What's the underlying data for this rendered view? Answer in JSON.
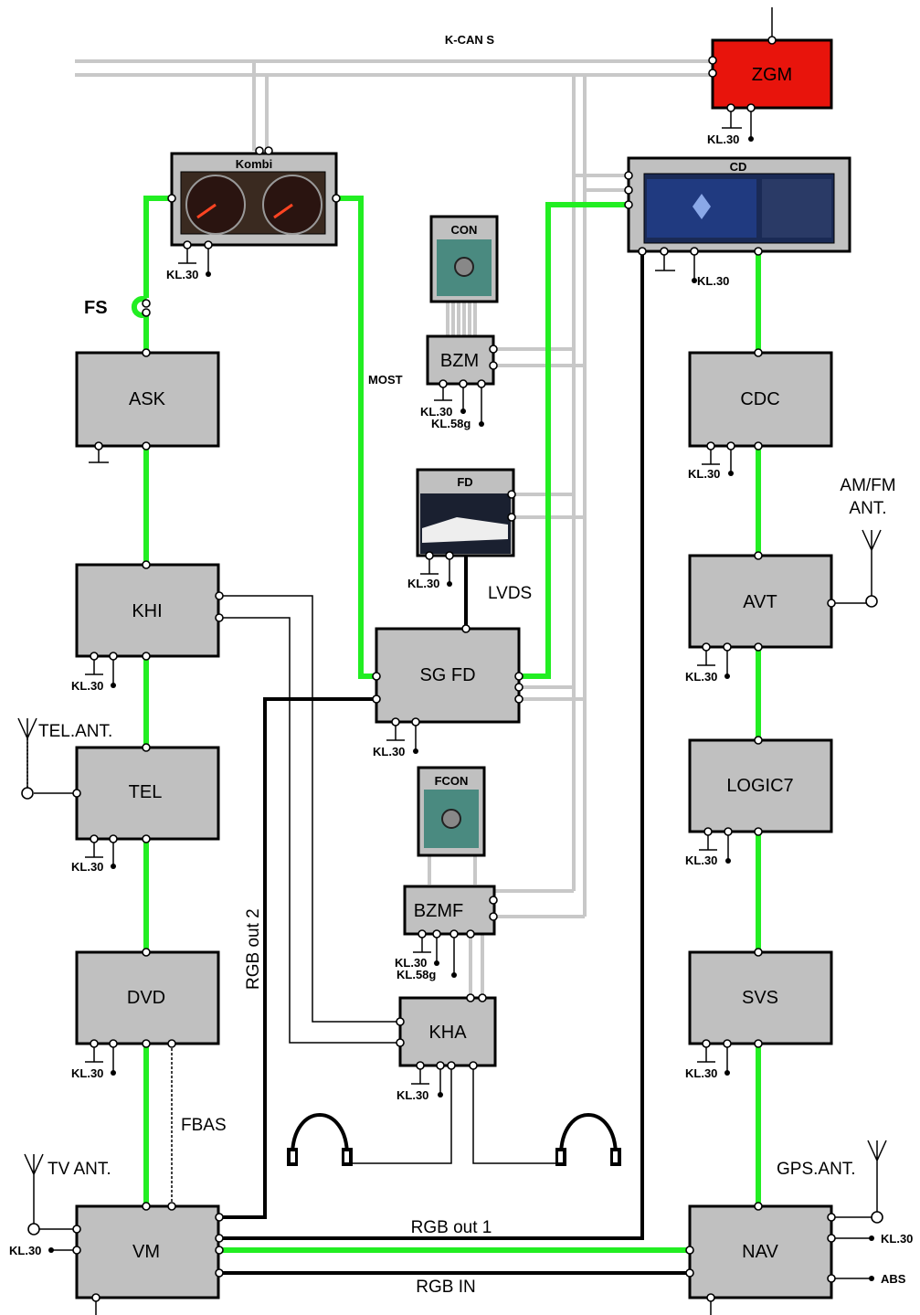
{
  "labels": {
    "kcan": "K-CAN S",
    "most": "MOST",
    "lvds": "LVDS",
    "fs": "FS",
    "fbas": "FBAS",
    "rgb_out_1": "RGB out 1",
    "rgb_out_2": "RGB out 2",
    "rgb_in": "RGB IN",
    "tel_ant": "TEL.ANT.",
    "tv_ant": "TV ANT.",
    "amfm_ant_1": "AM/FM",
    "amfm_ant_2": "ANT.",
    "gps_ant": "GPS.ANT.",
    "kl30": "KL.30",
    "kl58g": "KL.58g",
    "abs": "ABS"
  },
  "modules": {
    "zgm": "ZGM",
    "kombi": "Kombi",
    "cd": "CD",
    "con": "CON",
    "bzm": "BZM",
    "fd": "FD",
    "sgfd": "SG FD",
    "fcon": "FCON",
    "bzmf": "BZMF",
    "kha": "KHA",
    "ask": "ASK",
    "khi": "KHI",
    "tel": "TEL",
    "dvd": "DVD",
    "vm": "VM",
    "cdc": "CDC",
    "avt": "AVT",
    "logic7": "LOGIC7",
    "svs": "SVS",
    "nav": "NAV"
  },
  "colors": {
    "most_bus": "#22ee22",
    "kcan_bus": "#c8c8c8",
    "zgm_fill": "#e8140c",
    "module_fill": "#c0c0c0"
  }
}
